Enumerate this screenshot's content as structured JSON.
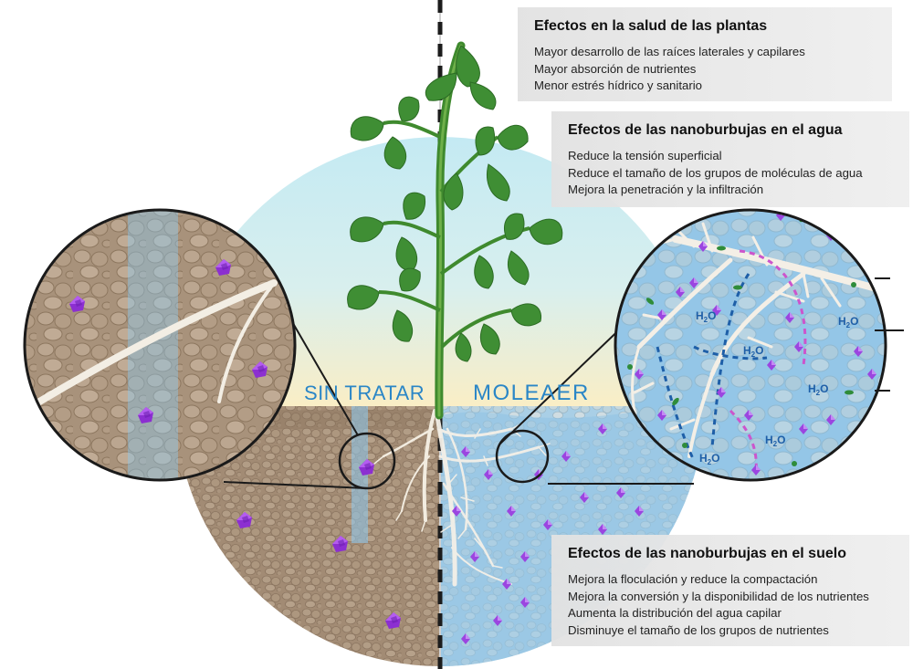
{
  "labels": {
    "untreated": "SIN TRATAR",
    "brand": "MOLEAER",
    "water_formula_main": "H",
    "water_formula_sub": "2",
    "water_formula_end": "O"
  },
  "plant_health": {
    "title": "Efectos en la salud de las plantas",
    "items": [
      "Mayor desarrollo de las raíces laterales y capilares",
      "Mayor absorción de nutrientes",
      "Menor estrés hídrico y sanitario"
    ]
  },
  "water_effects": {
    "title": "Efectos de las nanoburbujas en el agua",
    "items": [
      "Reduce la tensión superficial",
      "Reduce el tamaño de los grupos de moléculas de agua",
      "Mejora la penetración y la infiltración"
    ]
  },
  "soil_effects": {
    "title": "Efectos de las nanoburbujas en el suelo",
    "items": [
      "Mejora la floculación y reduce la compactación",
      "Mejora la conversión y la disponibilidad de los nutrientes",
      "Aumenta la distribución del agua capilar",
      "Disminuye el tamaño de los grupos de nutrientes"
    ]
  },
  "colors": {
    "sky_top": "#bfe8f2",
    "sky_bottom": "#fbedc4",
    "soil_untreated": "#a58f77",
    "soil_treated": "#8fc3e4",
    "brand_blue": "#2a86c7",
    "nutrient_purple": "#9b38d9",
    "leaf_green": "#3e8e34",
    "arrow_blue": "#1e5fa8",
    "arrow_magenta": "#cc55cc"
  },
  "icons": [
    "plant-icon",
    "nutrient-crystal-icon",
    "water-arrow-icon",
    "microbe-icon"
  ]
}
